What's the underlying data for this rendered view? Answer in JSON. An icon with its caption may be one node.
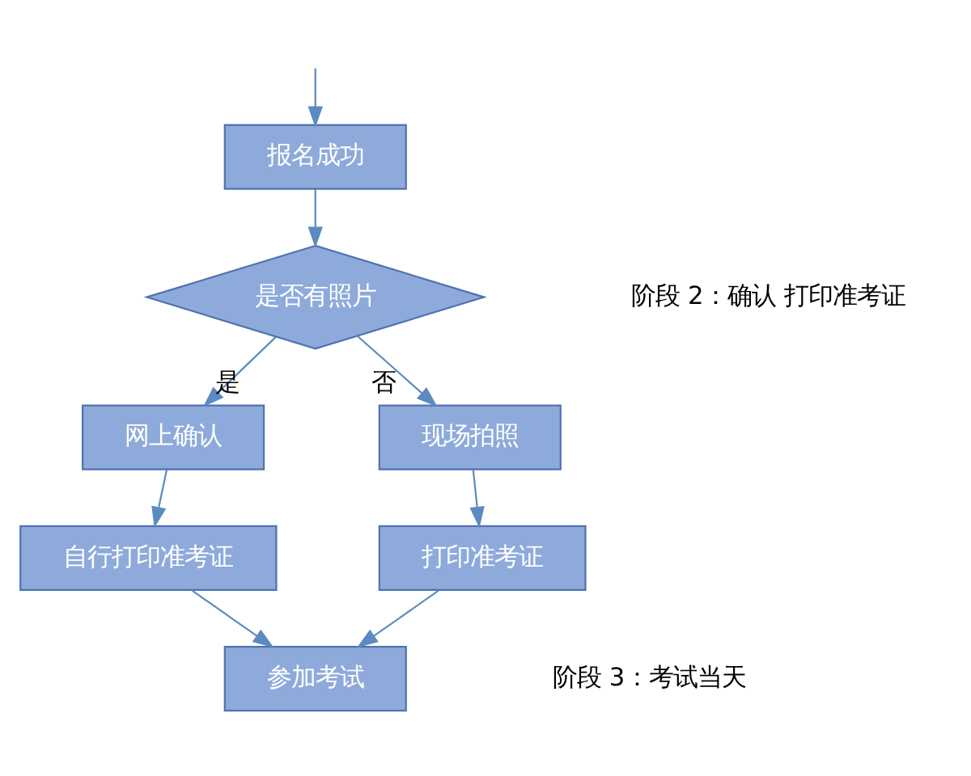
{
  "diagram": {
    "nodes": [
      {
        "text": [
          "报名成功"
        ]
      },
      {
        "text": [
          "是否有照片"
        ]
      },
      {
        "text": [
          "网上确认"
        ]
      },
      {
        "text": [
          "现场拍照"
        ]
      },
      {
        "text": [
          "自行打印准考证"
        ]
      },
      {
        "text": [
          "打印准考证"
        ]
      },
      {
        "text": [
          "参加考试"
        ]
      }
    ],
    "edges": [
      {
        "from": null,
        "to": 0,
        "arrow": "to"
      },
      {
        "from": 0,
        "to": 1,
        "arrow": "to"
      },
      {
        "from": 1,
        "to": 2,
        "arrow": "to",
        "label": "是"
      },
      {
        "from": 1,
        "to": 3,
        "arrow": "to",
        "label": "否"
      },
      {
        "from": 2,
        "to": 4,
        "arrow": "to"
      },
      {
        "from": 3,
        "to": 5,
        "arrow": "to"
      },
      {
        "from": 4,
        "to": 6,
        "arrow": "to"
      },
      {
        "from": 5,
        "to": 6,
        "arrow": "to"
      }
    ],
    "labels": [
      "阶段 2：确认 打印准考证",
      "阶段 3：考试当天"
    ]
  }
}
